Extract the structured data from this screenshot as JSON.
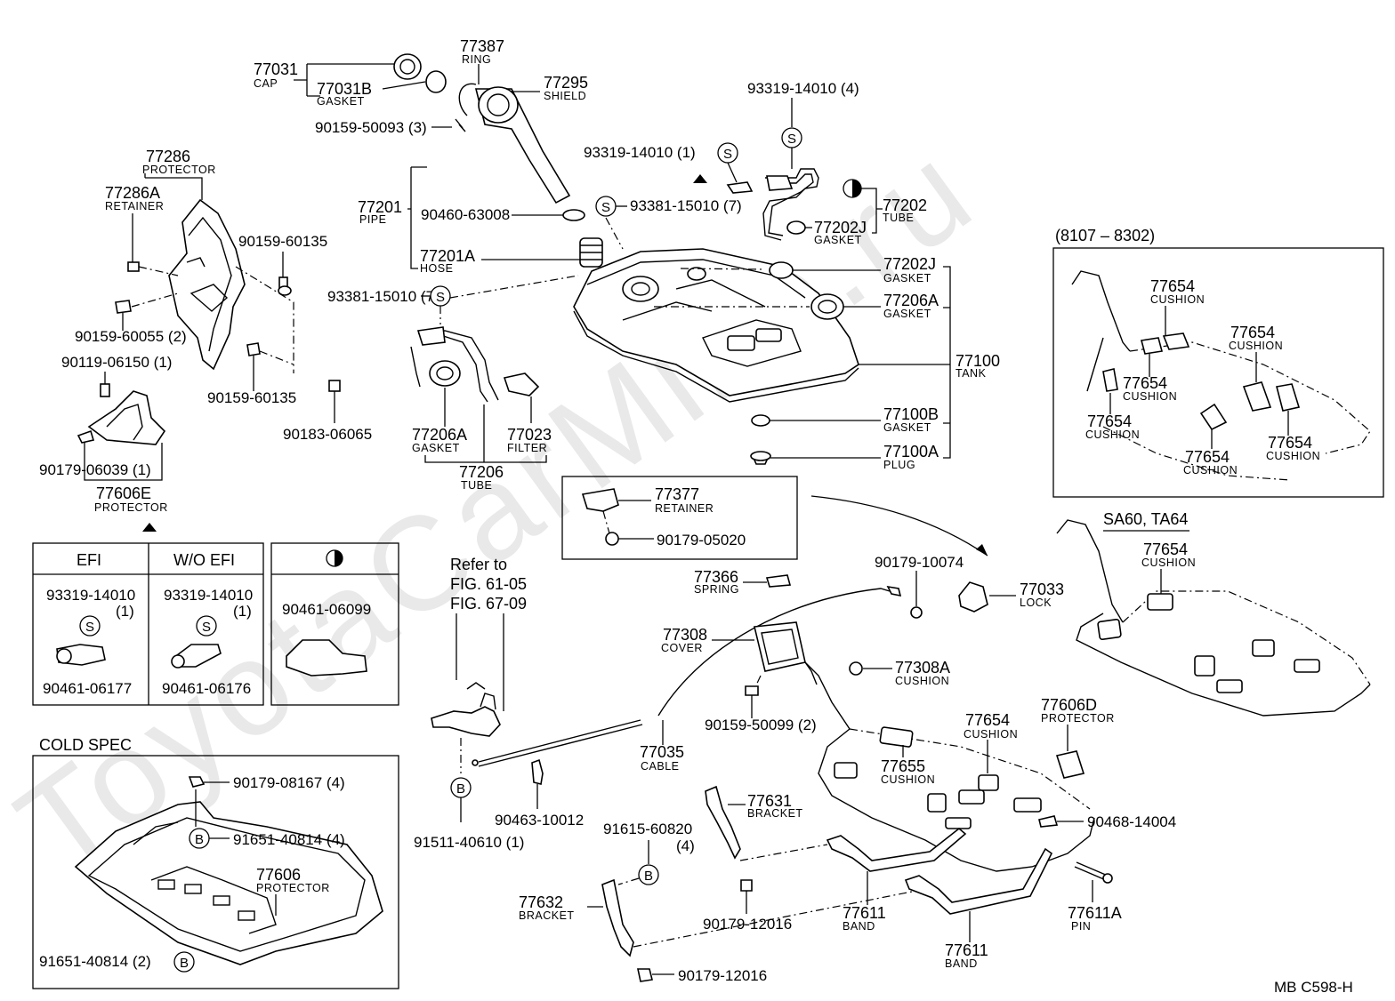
{
  "watermark": "ToyotaCarMine.ru",
  "footer_code": "MB  C598-H",
  "variant_headers": {
    "range": "(8107 – 8302)",
    "sa60": "SA60, TA64",
    "cold_spec": "COLD SPEC"
  },
  "refer": {
    "line1": "Refer to",
    "line2": "FIG. 61-05",
    "line3": "FIG. 67-09"
  },
  "table": {
    "col1": "EFI",
    "col2": "W/O EFI",
    "efi_bolt": "93319-14010",
    "efi_qty": "(1)",
    "efi_part": "90461-06177",
    "woefi_bolt": "93319-14010",
    "woefi_qty": "(1)",
    "woefi_part": "90461-06176",
    "half_part": "90461-06099"
  },
  "symbols": {
    "s": "S",
    "b": "B"
  },
  "labels": {
    "p77031": "77031",
    "s77031": "CAP",
    "p77031b": "77031B",
    "s77031b": "GASKET",
    "p77387": "77387",
    "s77387": "RING",
    "p77295": "77295",
    "s77295": "SHIELD",
    "p9015950093": "90159-50093 (3)",
    "p77286": "77286",
    "s77286": "PROTECTOR",
    "p77286a": "77286A",
    "s77286a": "RETAINER",
    "p77201": "77201",
    "s77201": "PIPE",
    "p9046063008": "90460-63008",
    "p77201a": "77201A",
    "s77201a": "HOSE",
    "p9331914010a": "93319-14010 (1)",
    "p9331914010b": "93319-14010 (4)",
    "p9338115010a": "93381-15010 (7)",
    "p9338115010b": "93381-15010 (7)",
    "p77202": "77202",
    "s77202": "TUBE",
    "p77202j": "77202J",
    "s77202j": "GASKET",
    "p77202j2": "77202J",
    "s77202j2": "GASKET",
    "p77206a": "77206A",
    "s77206a": "GASKET",
    "p77100": "77100",
    "s77100": "TANK",
    "p77100b": "77100B",
    "s77100b": "GASKET",
    "p77100a": "77100A",
    "s77100a": "PLUG",
    "p9015960135a": "90159-60135",
    "p9015960135b": "90159-60135",
    "p9015960055": "90159-60055 (2)",
    "p9011906150": "90119-06150 (1)",
    "p9018306065": "90183-06065",
    "p9017906039": "90179-06039 (1)",
    "p77606e": "77606E",
    "s77606e": "PROTECTOR",
    "p77206a2": "77206A",
    "s77206a2": "GASKET",
    "p77023": "77023",
    "s77023": "FILTER",
    "p77206": "77206",
    "s77206": "TUBE",
    "p77377": "77377",
    "s77377": "RETAINER",
    "p9017905020": "90179-05020",
    "p77366": "77366",
    "s77366": "SPRING",
    "p9017910074": "90179-10074",
    "p77033": "77033",
    "s77033": "LOCK",
    "p77308": "77308",
    "s77308": "COVER",
    "p77308a": "77308A",
    "s77308a": "CUSHION",
    "p9015950099": "90159-50099 (2)",
    "p77035": "77035",
    "s77035": "CABLE",
    "p9046310012": "90463-10012",
    "p9151140610": "91511-40610 (1)",
    "p77654a": "77654",
    "s77654a": "CUSHION",
    "p77655": "77655",
    "s77655": "CUSHION",
    "p77606d": "77606D",
    "s77606d": "PROTECTOR",
    "p9046814004": "90468-14004",
    "p77631": "77631",
    "s77631": "BRACKET",
    "p9161560820": "91615-60820",
    "q9161560820": "(4)",
    "p77632": "77632",
    "s77632": "BRACKET",
    "p9017912016a": "90179-12016",
    "p9017912016b": "90179-12016",
    "p77611a": "77611",
    "s77611a": "BAND",
    "p77611b": "77611",
    "s77611b": "BAND",
    "p77611pin": "77611A",
    "s77611pin": "PIN",
    "p9017908167": "90179-08167 (4)",
    "p9165140814a": "91651-40814 (4)",
    "p9165140814b": "91651-40814 (2)",
    "p77606": "77606",
    "s77606": "PROTECTOR",
    "r1p": "77654",
    "r1s": "CUSHION",
    "r2p": "77654",
    "r2s": "CUSHION",
    "r3p": "77654",
    "r3s": "CUSHION",
    "r4p": "77654",
    "r4s": "CUSHION",
    "r5p": "77654",
    "r5s": "CUSHION",
    "r6p": "77654",
    "r6s": "CUSHION",
    "sap": "77654",
    "sas": "CUSHION"
  }
}
